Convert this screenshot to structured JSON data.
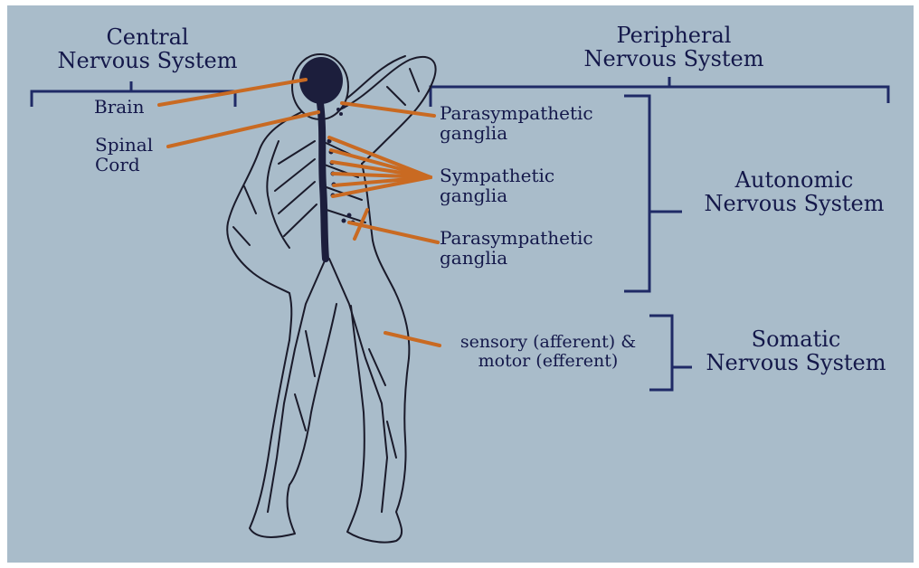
{
  "colors": {
    "background": "#a9bcca",
    "ink": "#1f2a66",
    "body_outline": "#1a1a2a",
    "pointer": "#c96a22"
  },
  "labels": {
    "cns_line1": "Central",
    "cns_line2": "Nervous System",
    "pns_line1": "Peripheral",
    "pns_line2": "Nervous System",
    "brain": "Brain",
    "spinal_line1": "Spinal",
    "spinal_line2": "Cord",
    "parasym1_line1": "Parasympathetic",
    "parasym1_line2": "ganglia",
    "sym_line1": "Sympathetic",
    "sym_line2": "ganglia",
    "parasym2_line1": "Parasympathetic",
    "parasym2_line2": "ganglia",
    "ans_line1": "Autonomic",
    "ans_line2": "Nervous System",
    "sensory_line1": "sensory (afferent) &",
    "sensory_line2": "motor (efferent)",
    "sns_line1": "Somatic",
    "sns_line2": "Nervous System"
  }
}
